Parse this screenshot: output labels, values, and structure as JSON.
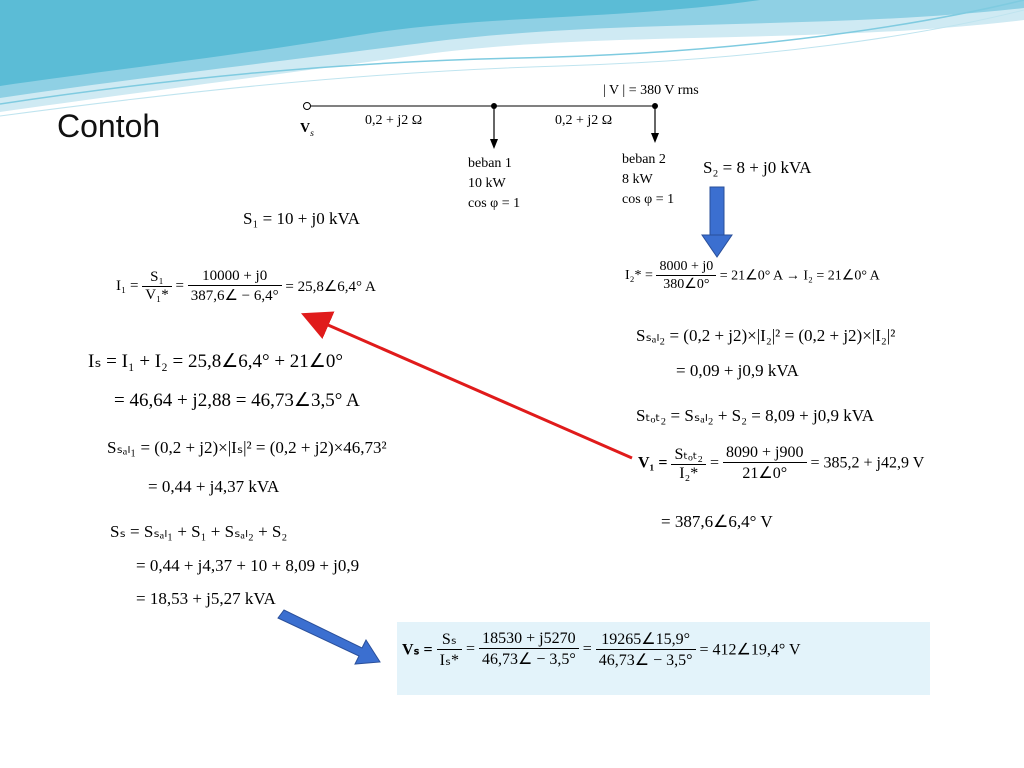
{
  "title": "Contoh",
  "circuit": {
    "voltage_label": "| V | = 380 V rms",
    "source_label": "V",
    "source_sub": "s",
    "z1": "0,2 + j2 Ω",
    "z2": "0,2 + j2 Ω",
    "load1": [
      "beban 1",
      "10 kW",
      "cos φ = 1"
    ],
    "load2": [
      "beban 2",
      "8 kW",
      "cos φ = 1"
    ]
  },
  "eq": {
    "s2": "S₂ = 8 + j0  kVA",
    "s1": "S₁ = 10 + j0  kVA",
    "i1_lhs": "I₁ =",
    "i1_num1": "S₁",
    "i1_den1": "V₁*",
    "i1_num2": "10000 + j0",
    "i1_den2": "387,6∠ − 6,4°",
    "i1_rhs": "= 25,8∠6,4°  A",
    "i2_lhs": "I₂* =",
    "i2_num": "8000 + j0",
    "i2_den": "380∠0°",
    "i2_rhs": "= 21∠0°  A   →  I₂ = 21∠0°  A",
    "is_1": "Iₛ = I₁ + I₂ = 25,8∠6,4° + 21∠0°",
    "is_2": "= 46,64 + j2,88 = 46,73∠3,5°  A",
    "ssal2_1": "Sₛₐₗ₂ = (0,2 + j2)×|I₂|² = (0,2 + j2)×|I₂|²",
    "ssal2_2": "= 0,09 + j0,9  kVA",
    "ssal1_1": "Sₛₐₗ₁ = (0,2 + j2)×|Iₛ|² = (0,2 + j2)×46,73²",
    "ssal1_2": "= 0,44 + j4,37  kVA",
    "stot2": "Sₜₒₜ₂ = Sₛₐₗ₂ + S₂ = 8,09 + j0,9  kVA",
    "v1_lhs": "V₁ =",
    "v1_num1": "Sₜₒₜ₂",
    "v1_den1": "I₂*",
    "v1_num2": "8090 + j900",
    "v1_den2": "21∠0°",
    "v1_rhs": "= 385,2 + j42,9 V",
    "v1_2": "= 387,6∠6,4°  V",
    "ss_1": "Sₛ = Sₛₐₗ₁ + S₁ + Sₛₐₗ₂ + S₂",
    "ss_2": "= 0,44 + j4,37 + 10 + 8,09 + j0,9",
    "ss_3": "= 18,53 + j5,27  kVA",
    "vs_lhs": "Vₛ =",
    "vs_num1": "Sₛ",
    "vs_den1": "Iₛ*",
    "vs_num2": "18530 + j5270",
    "vs_den2": "46,73∠ − 3,5°",
    "vs_num3": "19265∠15,9°",
    "vs_den3": "46,73∠ − 3,5°",
    "vs_rhs": "= 412∠19,4°  V"
  },
  "colors": {
    "wave_dark": "#5bbcd6",
    "wave_light": "#a9dcec",
    "red_arrow": "#e01b1b",
    "blue_arrow": "#3b6fd0",
    "box_fill": "#e3f3fa"
  }
}
